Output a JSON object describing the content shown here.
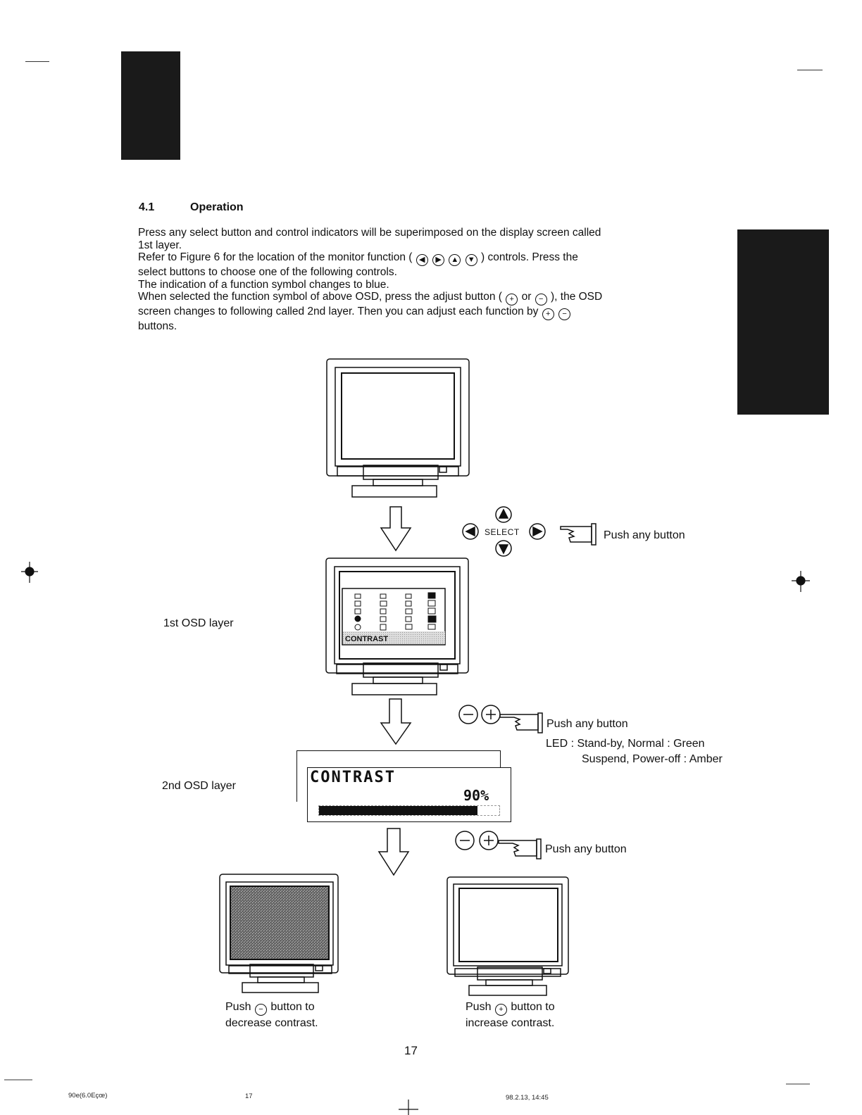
{
  "section": {
    "number": "4.1",
    "title": "Operation"
  },
  "paragraph": {
    "l1": "Press any select button and control indicators will be superimposed on the display screen called",
    "l2": "1st layer.",
    "l3a": "Refer to Figure 6 for the location of the monitor function (",
    "l3b": ") controls.  Press the",
    "l4": "select buttons to choose one of the following controls.",
    "l5": "The indication of a function symbol changes to blue.",
    "l6a": "When selected the function symbol of above OSD, press the adjust button (",
    "l6or": "or",
    "l6b": "), the OSD",
    "l7": "screen changes to following called 2nd layer.  Then you can adjust each function by",
    "l8": "buttons."
  },
  "flow": {
    "select_label": "SELECT",
    "push1": "Push any button",
    "push2": "Push any button",
    "led_line1": "LED : Stand-by, Normal : Green",
    "led_line2": "Suspend, Power-off : Amber",
    "push3": "Push any button",
    "osd1_label": "1st OSD layer",
    "osd1_contrast": "CONTRAST",
    "osd2_label": "2nd OSD layer",
    "osd2_title": "CONTRAST",
    "osd2_value": "90%",
    "osd2_level": 0.88
  },
  "captions": {
    "left_a": "Push",
    "left_b": "button to",
    "left_c": "decrease contrast.",
    "right_a": "Push",
    "right_b": "button to",
    "right_c": "increase contrast."
  },
  "page_number": "17",
  "footer": {
    "left": "90e(6.0Eçœ)",
    "mid": "17",
    "right": "98.2.13, 14:45"
  }
}
